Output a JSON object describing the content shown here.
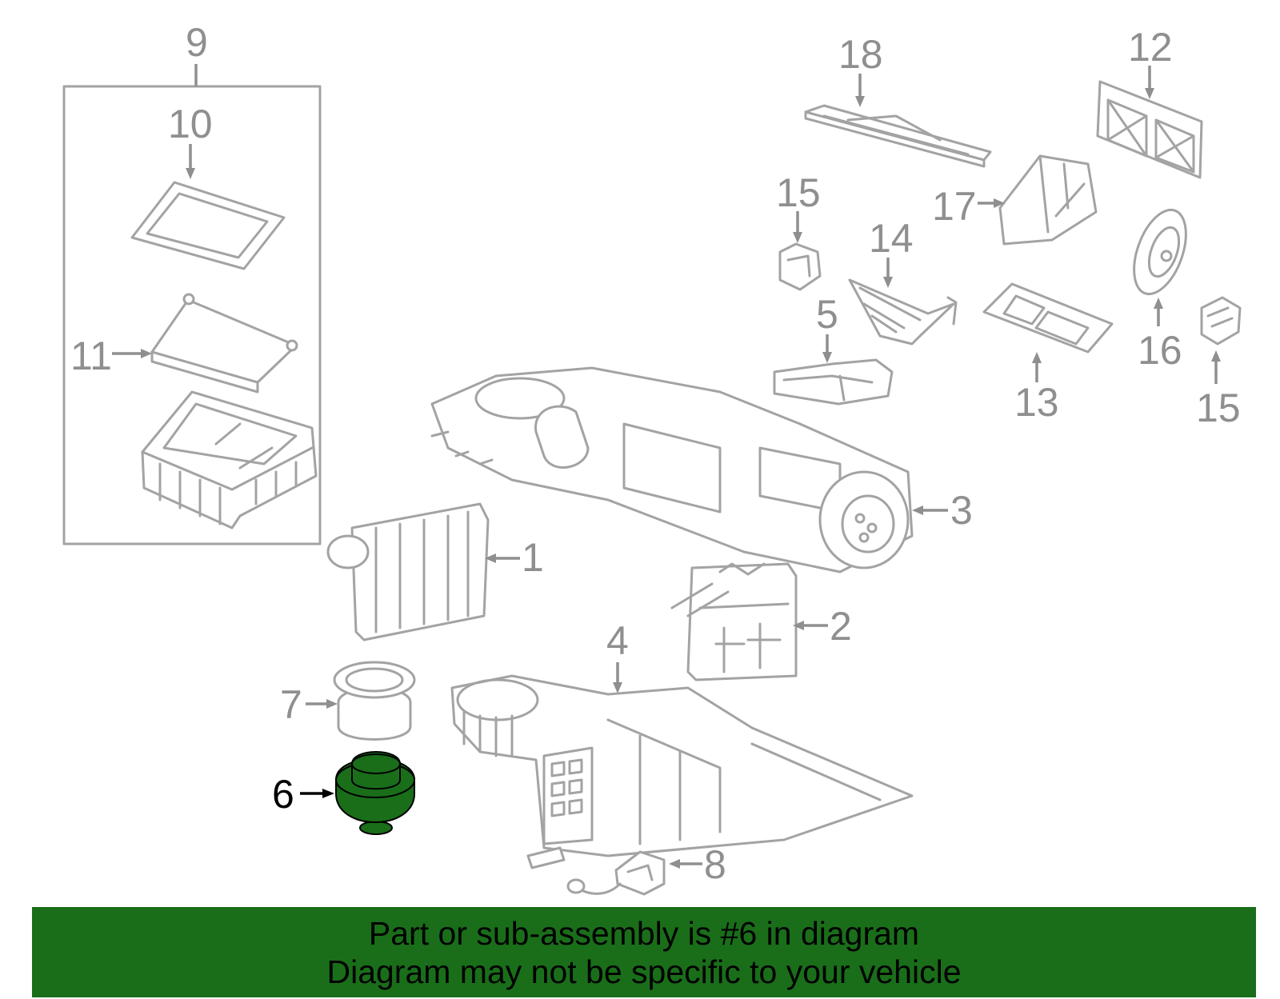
{
  "colors": {
    "banner": "#1a6e1a",
    "highlight_part": "#1a6e1a",
    "outline": "#a3a3a3",
    "label": "#8f8f8f",
    "highlight_label": "#000000"
  },
  "highlighted_part": "6",
  "labels": {
    "p1": "1",
    "p2": "2",
    "p3": "3",
    "p4": "4",
    "p5": "5",
    "p6": "6",
    "p7": "7",
    "p8": "8",
    "p9": "9",
    "p10": "10",
    "p11": "11",
    "p12": "12",
    "p13": "13",
    "p14": "14",
    "p15a": "15",
    "p15b": "15",
    "p16": "16",
    "p17": "17",
    "p18": "18"
  },
  "banner": {
    "line1": "Part or sub-assembly is #6 in diagram",
    "line2": "Diagram may not be specific to your vehicle"
  }
}
